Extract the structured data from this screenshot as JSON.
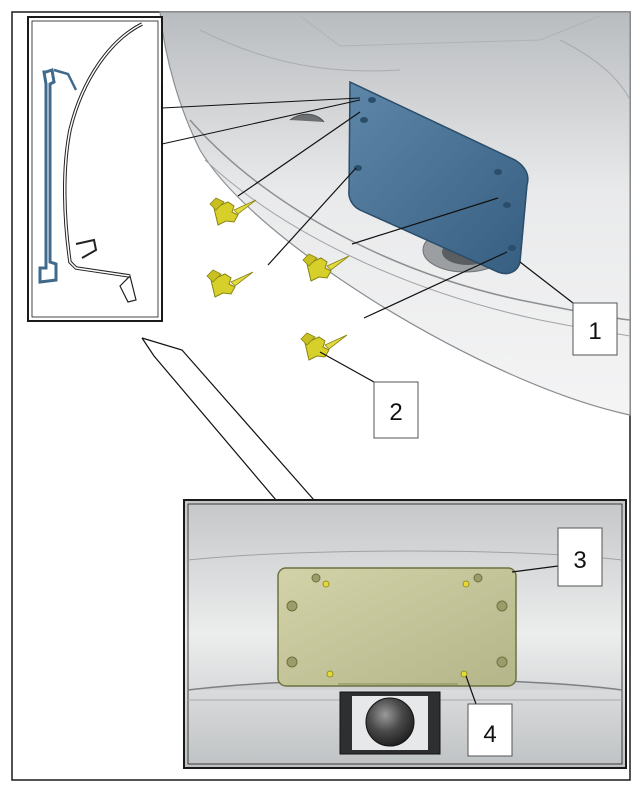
{
  "figure": {
    "callouts": [
      {
        "id": "1",
        "label": "1"
      },
      {
        "id": "2",
        "label": "2"
      },
      {
        "id": "3",
        "label": "3"
      },
      {
        "id": "4",
        "label": "4"
      }
    ]
  },
  "colors": {
    "bracket_blue": "#3f6a8c",
    "bracket_edge": "#2a4d6a",
    "screw_yellow": "#d9d22b",
    "plate_tan": "#c7c99a",
    "camera_dark": "#2b2b2b",
    "bumper_grey": "#d9dbdd",
    "frame": "#1a1a1a"
  },
  "icons": {
    "screw": "screw-icon",
    "camera": "rear-camera-icon"
  }
}
